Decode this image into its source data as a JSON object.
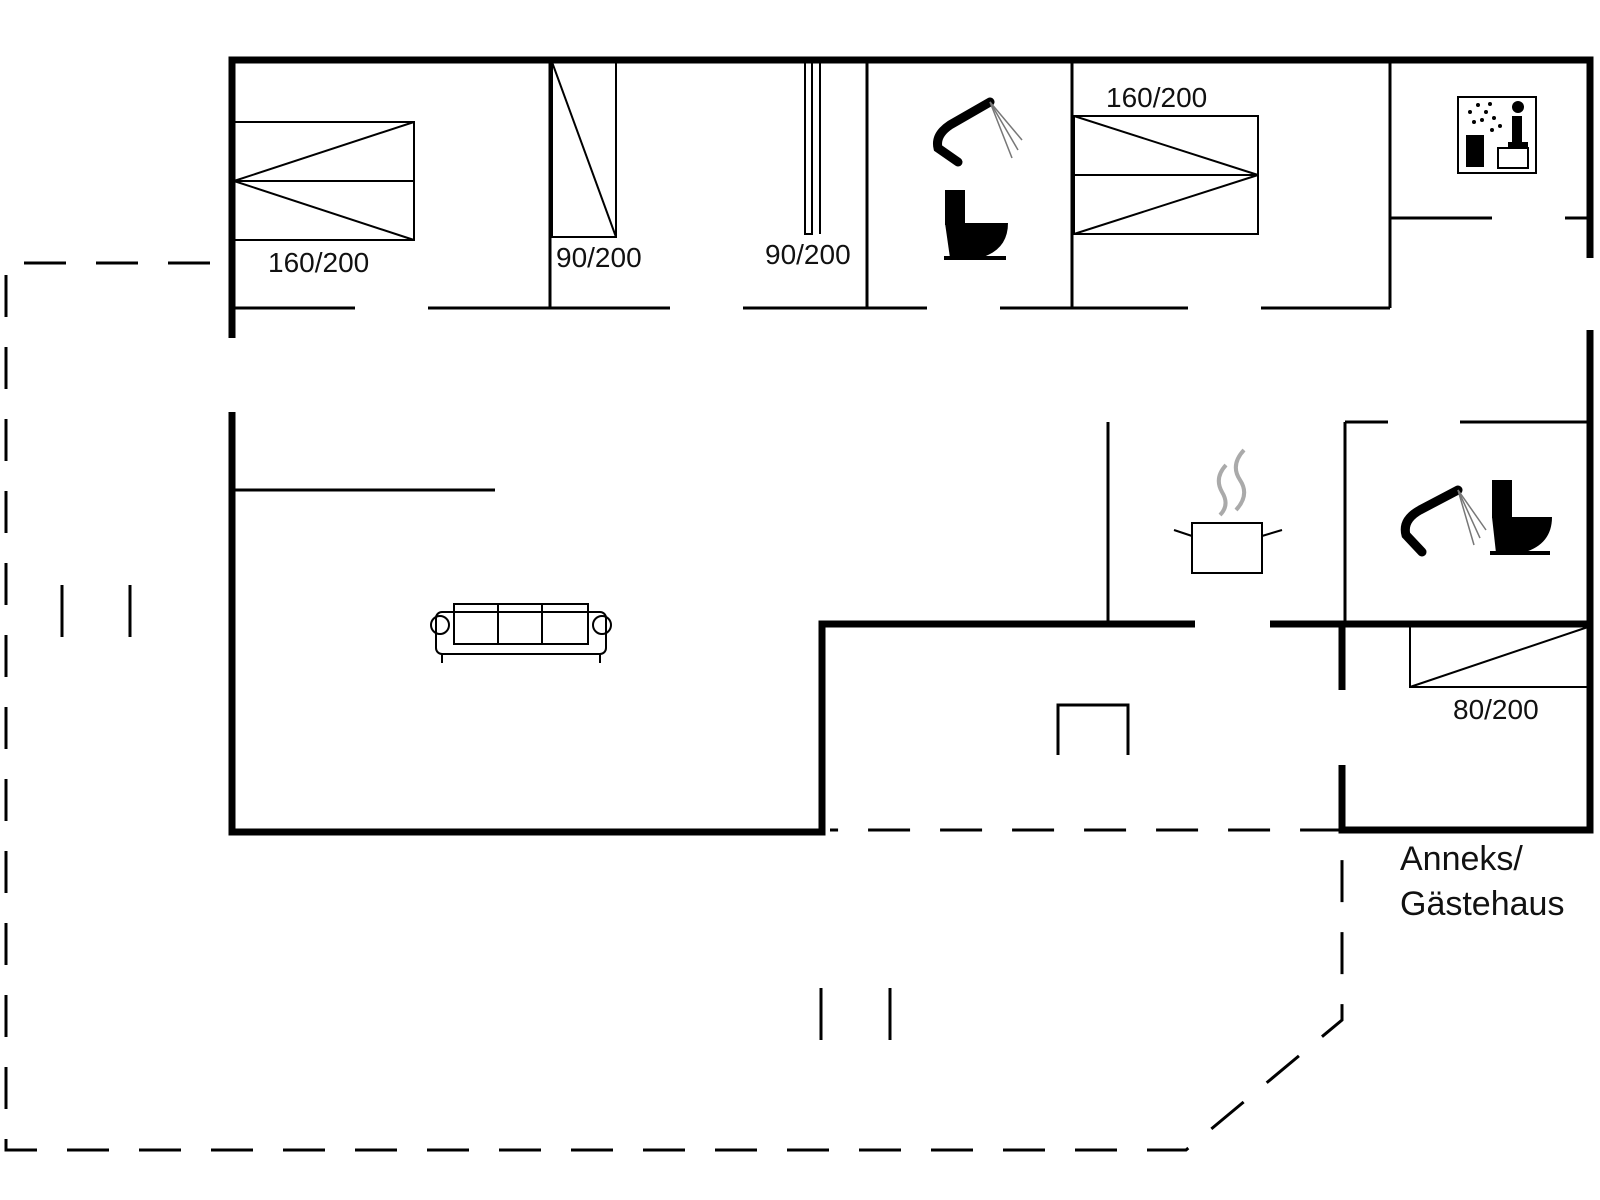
{
  "bed_labels": {
    "bed1": "160/200",
    "bed2": "90/200",
    "bed3": "90/200",
    "bed4": "160/200",
    "bed5": "80/200"
  },
  "annex_label": {
    "line1": "Anneks/",
    "line2": "Gästehaus"
  },
  "colors": {
    "line": "#000000",
    "background": "#ffffff",
    "steam": "#aaaaaa"
  }
}
